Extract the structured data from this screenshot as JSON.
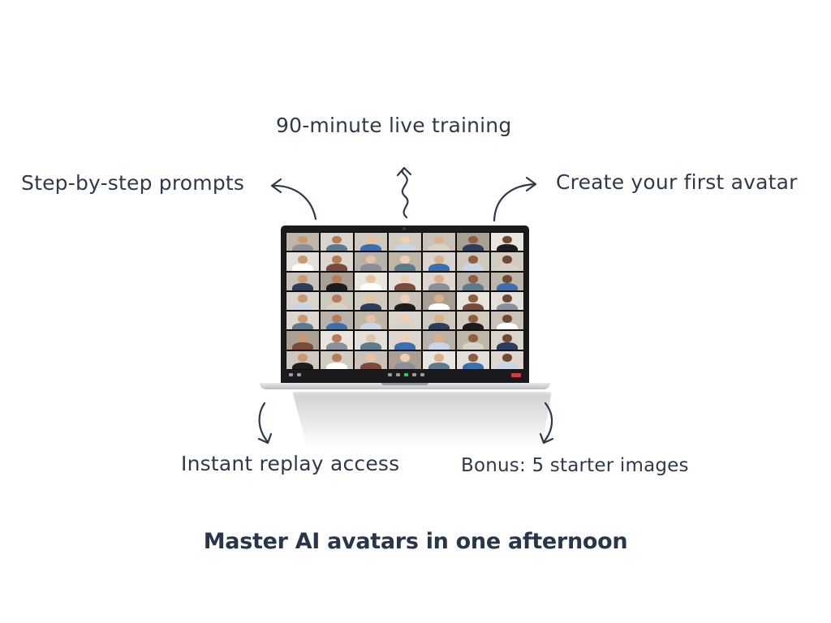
{
  "features": {
    "top": "90-minute live training",
    "left": "Step-by-step prompts",
    "right": "Create your first avatar",
    "bottom_left": "Instant replay access",
    "bottom_right": "Bonus: 5 starter images"
  },
  "headline": "Master AI avatars in one afternoon",
  "icons": [
    "curved-arrow-left-icon",
    "squiggle-arrow-up-icon",
    "curved-arrow-right-icon",
    "curved-arrow-down-left-icon",
    "curved-arrow-down-right-icon"
  ],
  "colors": {
    "text": "#2e3a4a",
    "headline": "#27364a",
    "arrow": "#2e3a4a"
  },
  "video_call": {
    "participant_tiles": 49,
    "rows": 7,
    "columns": 7
  }
}
